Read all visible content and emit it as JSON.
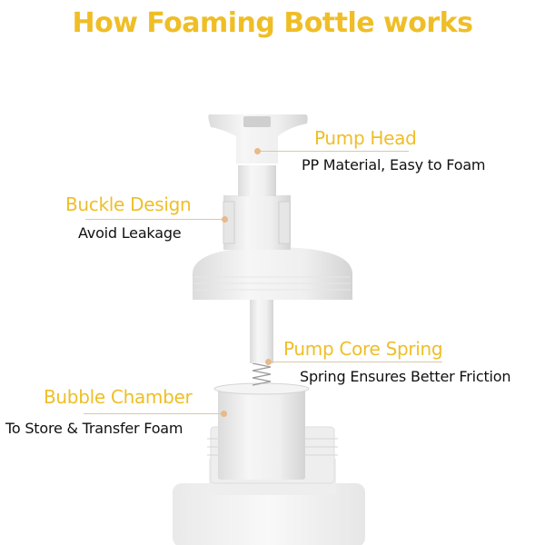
{
  "title": "How Foaming Bottle works",
  "colors": {
    "accent": "#efbe27",
    "text": "#111111",
    "dot": "#e8b98a",
    "part": "#eeeeee",
    "part_shadow": "#d6d6d6"
  },
  "callouts": [
    {
      "id": "pump-head",
      "heading": "Pump Head",
      "description": "PP Material, Easy to Foam"
    },
    {
      "id": "buckle-design",
      "heading": "Buckle Design",
      "description": "Avoid Leakage"
    },
    {
      "id": "pump-core-spring",
      "heading": "Pump Core Spring",
      "description": "Spring Ensures Better Friction"
    },
    {
      "id": "bubble-chamber",
      "heading": "Bubble Chamber",
      "description": "To Store & Transfer Foam"
    }
  ]
}
